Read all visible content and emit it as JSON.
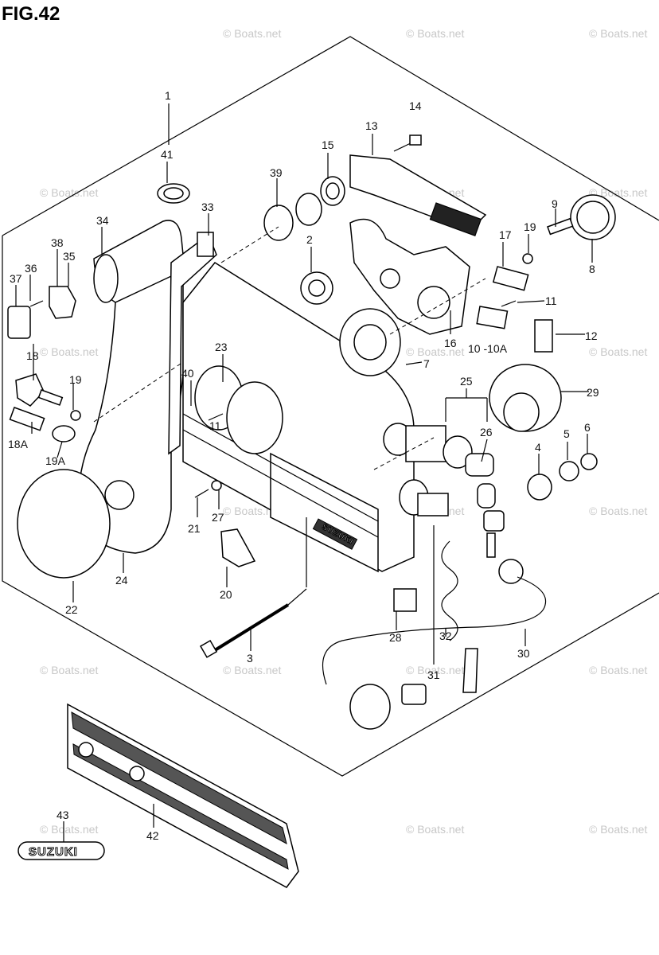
{
  "figure": {
    "title": "FIG.42"
  },
  "watermark": {
    "text": "© Boats.net"
  },
  "callouts": [
    {
      "id": "c1",
      "text": "1"
    },
    {
      "id": "c2",
      "text": "2"
    },
    {
      "id": "c3",
      "text": "3"
    },
    {
      "id": "c4",
      "text": "4"
    },
    {
      "id": "c5",
      "text": "5"
    },
    {
      "id": "c6",
      "text": "6"
    },
    {
      "id": "c7",
      "text": "7"
    },
    {
      "id": "c8",
      "text": "8"
    },
    {
      "id": "c9",
      "text": "9"
    },
    {
      "id": "c10",
      "text": "10 -10A"
    },
    {
      "id": "c11a",
      "text": "11"
    },
    {
      "id": "c11b",
      "text": "11"
    },
    {
      "id": "c12",
      "text": "12"
    },
    {
      "id": "c13",
      "text": "13"
    },
    {
      "id": "c14",
      "text": "14"
    },
    {
      "id": "c15",
      "text": "15"
    },
    {
      "id": "c16",
      "text": "16"
    },
    {
      "id": "c17",
      "text": "17"
    },
    {
      "id": "c18",
      "text": "18"
    },
    {
      "id": "c18a",
      "text": "18A"
    },
    {
      "id": "c19a",
      "text": "19"
    },
    {
      "id": "c19b",
      "text": "19"
    },
    {
      "id": "c19A",
      "text": "19A"
    },
    {
      "id": "c20",
      "text": "20"
    },
    {
      "id": "c21",
      "text": "21"
    },
    {
      "id": "c22",
      "text": "22"
    },
    {
      "id": "c23",
      "text": "23"
    },
    {
      "id": "c24",
      "text": "24"
    },
    {
      "id": "c25",
      "text": "25"
    },
    {
      "id": "c26",
      "text": "26"
    },
    {
      "id": "c27",
      "text": "27"
    },
    {
      "id": "c28",
      "text": "28"
    },
    {
      "id": "c29",
      "text": "29"
    },
    {
      "id": "c30",
      "text": "30"
    },
    {
      "id": "c31",
      "text": "31"
    },
    {
      "id": "c32",
      "text": "32"
    },
    {
      "id": "c33",
      "text": "33"
    },
    {
      "id": "c34",
      "text": "34"
    },
    {
      "id": "c35",
      "text": "35"
    },
    {
      "id": "c36",
      "text": "36"
    },
    {
      "id": "c37",
      "text": "37"
    },
    {
      "id": "c38",
      "text": "38"
    },
    {
      "id": "c39",
      "text": "39"
    },
    {
      "id": "c40",
      "text": "40"
    },
    {
      "id": "c41",
      "text": "41"
    },
    {
      "id": "c42",
      "text": "42"
    },
    {
      "id": "c43",
      "text": "43"
    }
  ],
  "logo": {
    "text": "SUZUKI"
  },
  "housing_badge": {
    "text": "SUZUKI"
  }
}
